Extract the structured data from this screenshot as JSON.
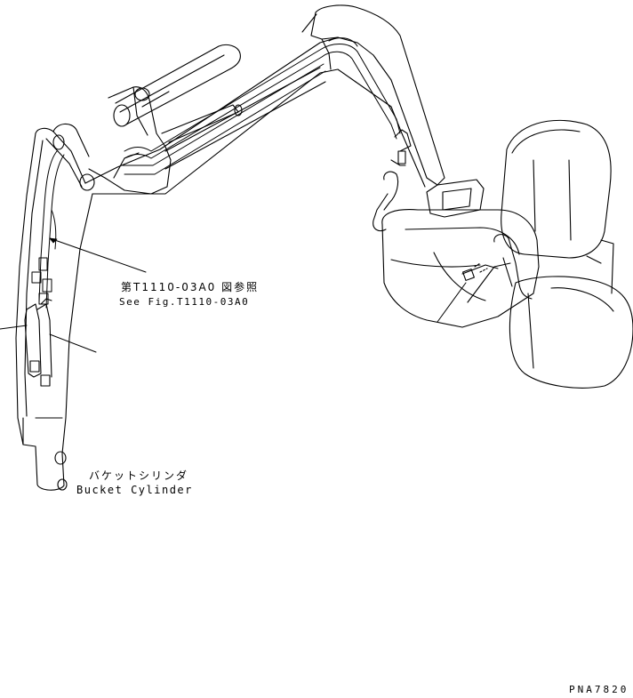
{
  "labels": {
    "ref_jp": "第T1110-03A0 図参照",
    "ref_en": "See Fig.T1110-03A0",
    "bucket_jp": "バケットシリンダ",
    "bucket_en": "Bucket Cylinder",
    "figure_code": "PNA7820"
  },
  "colors": {
    "line": "#000000",
    "background": "#ffffff"
  }
}
